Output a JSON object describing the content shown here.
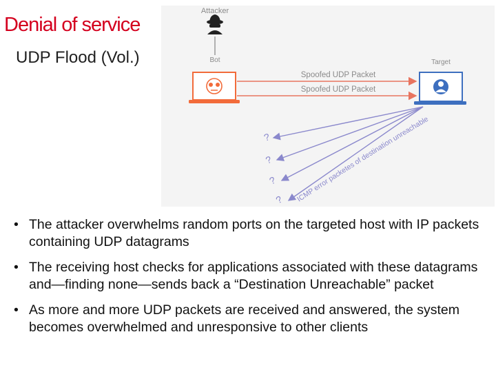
{
  "slide": {
    "title": "Denial of service",
    "subtitle": "UDP Flood (Vol.)"
  },
  "diagram": {
    "attacker_label": "Attacker",
    "bot_label": "Bot",
    "target_label": "Target",
    "packet_label_1": "Spoofed UDP Packet",
    "packet_label_2": "Spoofed UDP Packet",
    "icmp_label": "ICMP error packetes of destination unreachable",
    "question_mark": "?",
    "colors": {
      "laptop_orange": "#f26b3a",
      "arrow_red": "#e8745f",
      "target_blue": "#3d6fbf",
      "icmp_purple": "#8a88cc",
      "label_gray": "#8a8a8a"
    }
  },
  "bullets": [
    "The attacker overwhelms random ports on the targeted host with IP packets containing UDP datagrams",
    "The receiving host checks for applications associated with these datagrams and—finding none—sends back a “Destination Unreachable” packet",
    "As more and more UDP packets are received and answered, the system becomes overwhelmed and unresponsive to other clients"
  ],
  "bullet_symbol": "•"
}
